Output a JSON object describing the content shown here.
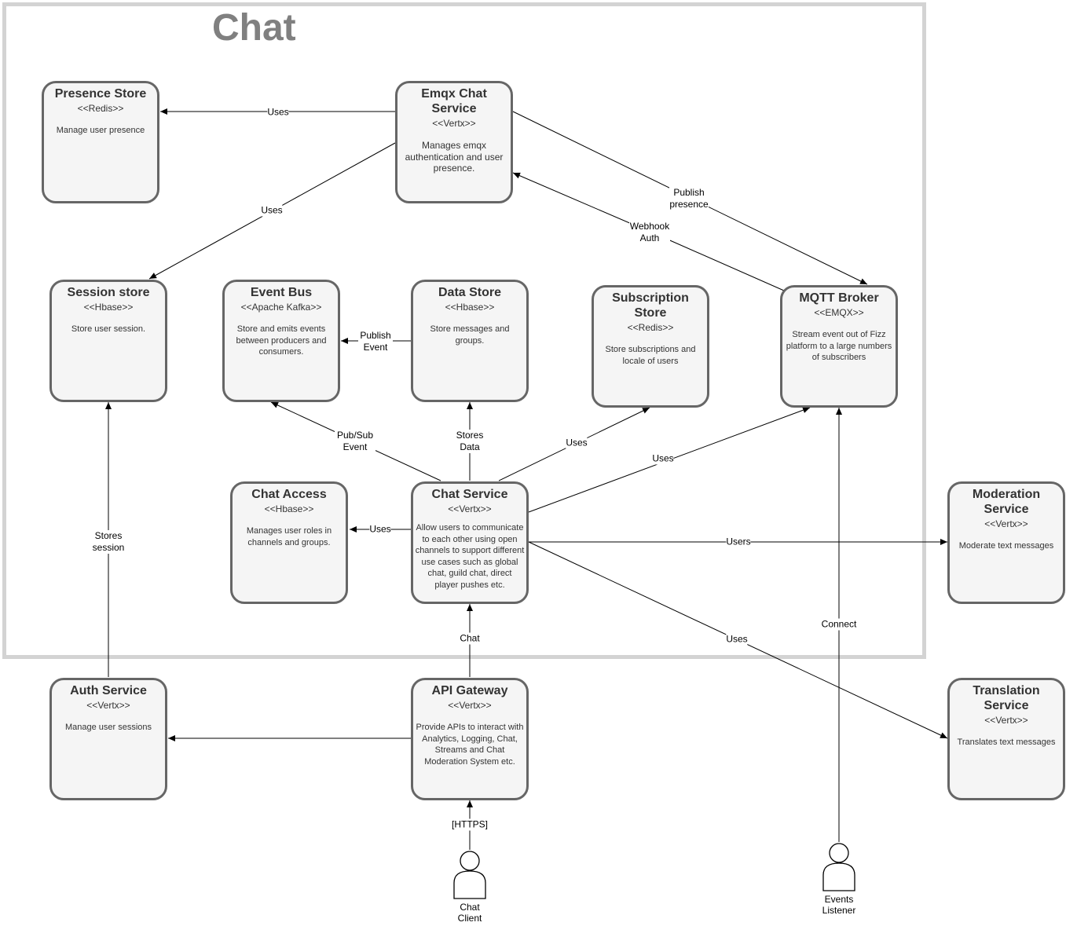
{
  "boundary": {
    "title": "Chat"
  },
  "nodes": {
    "presence_store": {
      "title": "Presence Store",
      "stereotype": "<<Redis>>",
      "description": "Manage user presence"
    },
    "emqx_chat": {
      "title": "Emqx Chat Service",
      "stereotype": "<<Vertx>>",
      "description": "Manages emqx authentication and user presence."
    },
    "session_store": {
      "title": "Session store",
      "stereotype": "<<Hbase>>",
      "description": "Store user session."
    },
    "event_bus": {
      "title": "Event Bus",
      "stereotype": "<<Apache Kafka>>",
      "description": "Store and emits events between producers and consumers."
    },
    "data_store": {
      "title": "Data Store",
      "stereotype": "<<Hbase>>",
      "description": "Store messages and groups."
    },
    "subscription_store": {
      "title": "Subscription Store",
      "stereotype": "<<Redis>>",
      "description": "Store subscriptions and locale of users"
    },
    "mqtt_broker": {
      "title": "MQTT Broker",
      "stereotype": "<<EMQX>>",
      "description": "Stream event out of Fizz platform to a large numbers of subscribers"
    },
    "chat_access": {
      "title": "Chat Access",
      "stereotype": "<<Hbase>>",
      "description": "Manages user roles in channels and groups."
    },
    "chat_service": {
      "title": "Chat Service",
      "stereotype": "<<Vertx>>",
      "description": "Allow users to communicate to each other using open channels to support different use cases such as global chat, guild chat, direct player pushes etc."
    },
    "moderation": {
      "title": "Moderation Service",
      "stereotype": "<<Vertx>>",
      "description": "Moderate text messages"
    },
    "auth": {
      "title": "Auth Service",
      "stereotype": "<<Vertx>>",
      "description": "Manage user sessions"
    },
    "api_gateway": {
      "title": "API Gateway",
      "stereotype": "<<Vertx>>",
      "description": "Provide APIs to interact with Analytics, Logging, Chat, Streams and Chat Moderation System etc."
    },
    "translation": {
      "title": "Translation Service",
      "stereotype": "<<Vertx>>",
      "description": "Translates text messages"
    }
  },
  "actors": {
    "chat_client": {
      "label": "Chat Client"
    },
    "events_listener": {
      "label": "Events Listener"
    }
  },
  "edges": {
    "emqx_presence": "Uses",
    "emqx_session": "Uses",
    "emqx_mqtt": "Publish presence",
    "mqtt_emqx": "Webhook Auth",
    "data_eventbus": "Publish Event",
    "chat_eventbus": "Pub/Sub Event",
    "chat_data": "Stores Data",
    "chat_subscription": "Uses",
    "chat_mqtt": "Uses",
    "chat_access": "Uses",
    "chat_moderation": "Users",
    "chat_translation": "Uses",
    "auth_session": "Stores session",
    "api_chat": "Chat",
    "client_api": "[HTTPS]",
    "listener_mqtt": "Connect"
  }
}
